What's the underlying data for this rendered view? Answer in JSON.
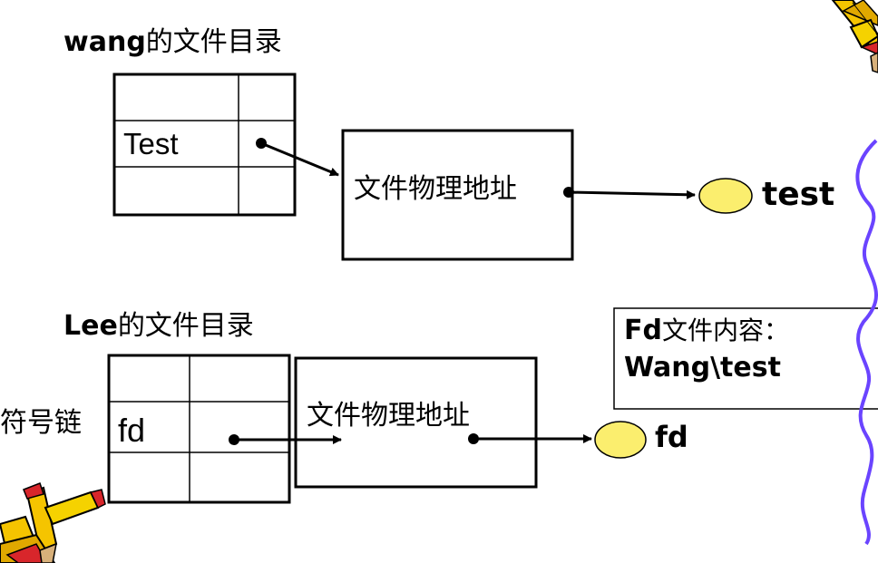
{
  "top": {
    "title_bold": "wang",
    "title_rest": "的文件目录",
    "entry_name": "Test",
    "box_label": "文件物理地址",
    "file_name": "test"
  },
  "bottom": {
    "title_bold": "Lee",
    "title_rest": "的文件目录",
    "entry_name": "fd",
    "box_label": "文件物理地址",
    "file_name": "fd",
    "side_label": "符号链"
  },
  "note": {
    "line1_bold": "Fd",
    "line1_rest": "文件内容：",
    "line2": "Wang\\test"
  },
  "colors": {
    "file_node_fill": "#fbee6e",
    "wavy_line": "#6a44ff",
    "pencil_yellow": "#f5c400",
    "pencil_red": "#d8262b"
  }
}
